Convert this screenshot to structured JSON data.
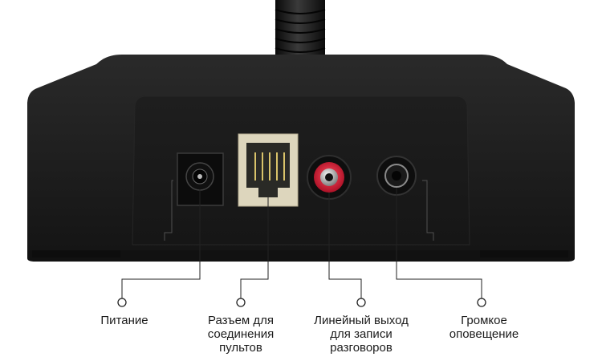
{
  "labels": {
    "power": [
      "Питание"
    ],
    "console_connector": [
      "Разъем для",
      "соединения",
      "пультов"
    ],
    "line_out": [
      "Линейный выход",
      "для записи",
      "разговоров"
    ],
    "loudspeaker": [
      "Громкое",
      "оповещение"
    ]
  },
  "colors": {
    "body": "#1a1a1a",
    "rca_ring": "#c8102e",
    "jack_plastic": "#ddd6bd",
    "callout_line": "#222222"
  }
}
